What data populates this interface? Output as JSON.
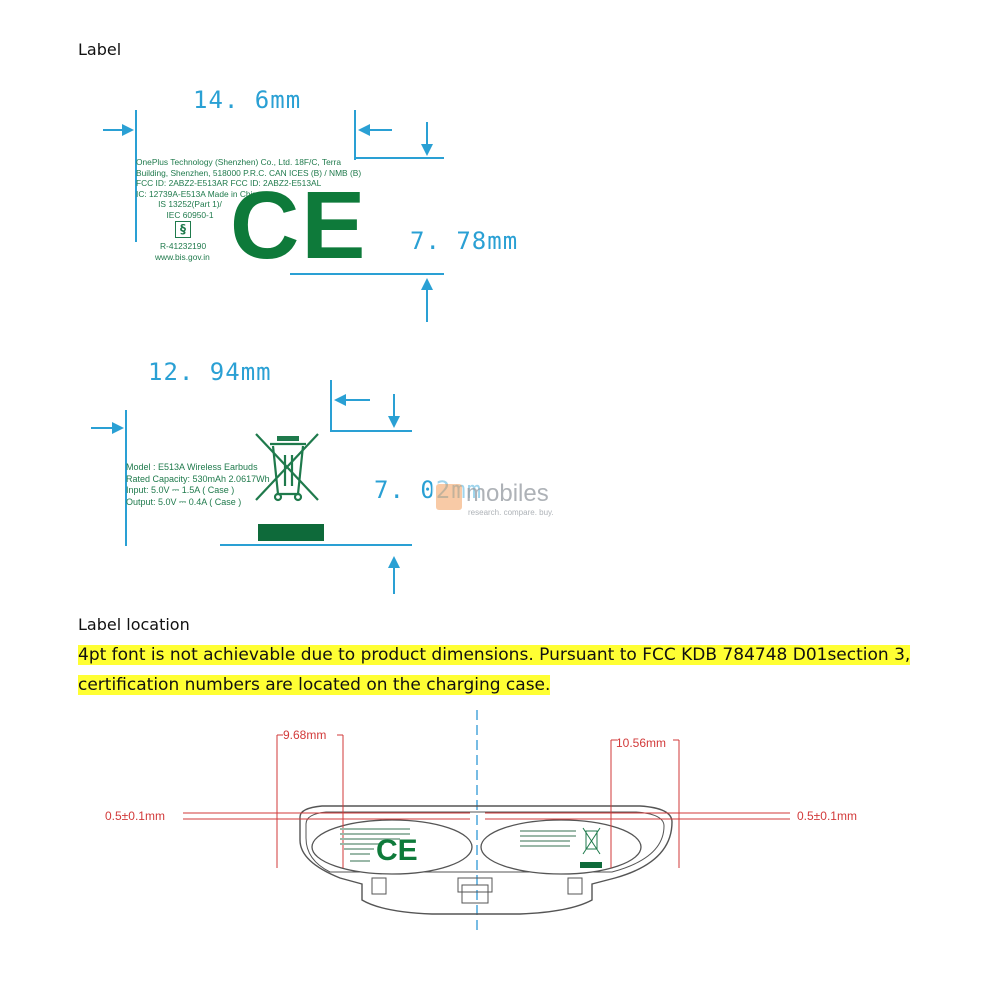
{
  "section1": {
    "title": "Label"
  },
  "label1": {
    "width_dim": "14. 6mm",
    "height_dim": "7. 78mm",
    "lines": [
      "OnePlus Technology (Shenzhen) Co., Ltd.      18F/C, Terra",
      "Building, Shenzhen, 518000 P.R.C.   CAN ICES (B) / NMB (B)",
      "FCC  ID: 2ABZ2-E513AR     FCC  ID: 2ABZ2-E513AL",
      "IC: 12739A-E513A       Made in China"
    ],
    "is_line1": "IS 13252(Part 1)/",
    "is_line2": "IEC 60950-1",
    "bis_symbol": "§",
    "r_number": "R-41232190",
    "website": "www.bis.gov.in",
    "ce_mark": "CE"
  },
  "label2": {
    "width_dim": "12. 94mm",
    "height_dim": "7. 02mm",
    "lines": [
      "Model : E513A      Wireless Earbuds",
      "Rated Capacity:  530mAh 2.0617Wh",
      "Input:  5.0V ⎓ 1.5A ( Case )",
      "Output:  5.0V ⎓ 0.4A ( Case )"
    ]
  },
  "watermark": {
    "brand": "mobiles",
    "tagline": "research. compare. buy."
  },
  "section2": {
    "title": "Label location",
    "note_line1": "4pt font is not achievable due to product dimensions. Pursuant to FCC KDB 784748 D01section 3,",
    "note_line2": "certification numbers are located on the charging case. "
  },
  "case_diagram": {
    "left_width": "9.68mm",
    "right_width": "10.56mm",
    "left_thickness": "0.5±0.1mm",
    "right_thickness": "0.5±0.1mm",
    "mini_ce": "CE"
  },
  "colors": {
    "dimension_blue": "#2aa0d4",
    "label_green": "#1f7a4c",
    "highlight": "#ffff33",
    "dimension_red": "#d23a3a"
  }
}
